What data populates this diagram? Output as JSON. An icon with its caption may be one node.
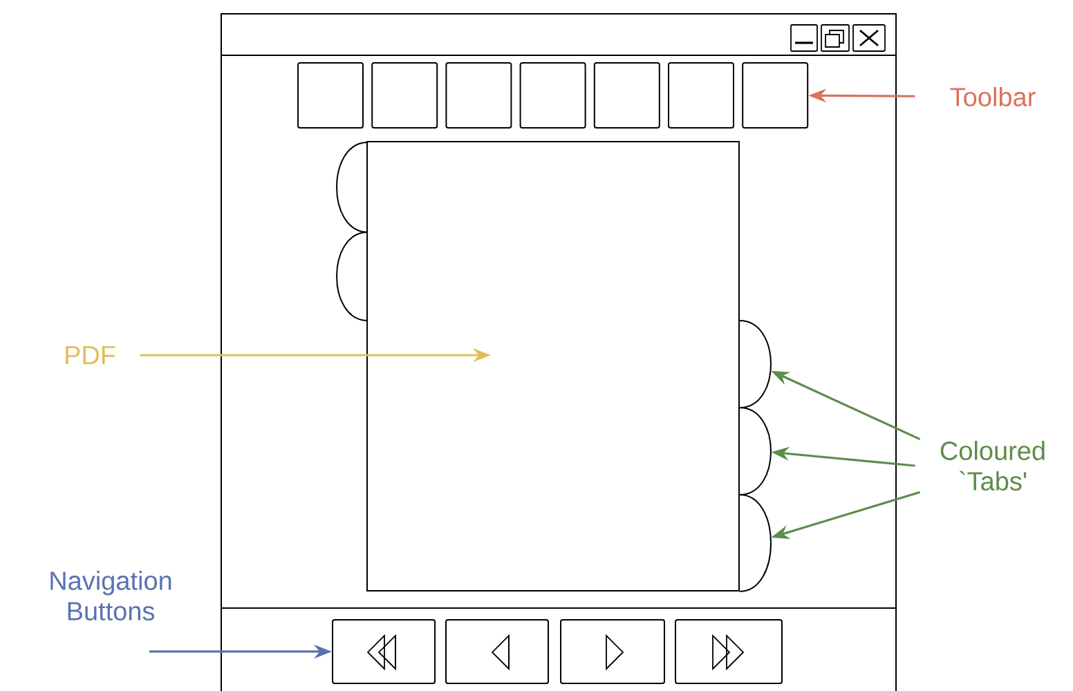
{
  "diagram": {
    "nodes": [
      {
        "text": [],
        "shape": "box"
      },
      {
        "text": [],
        "shape": "box",
        "in": 0
      },
      {
        "text": [],
        "shape": "box",
        "in": 0
      },
      {
        "text": [],
        "shape": "box",
        "in": 0
      },
      {
        "text": [],
        "shape": "box",
        "in": 0
      },
      {
        "text": [],
        "shape": "box",
        "in": 0
      },
      {
        "text": [],
        "shape": "box",
        "in": 0
      },
      {
        "text": [],
        "shape": "box",
        "in": 0
      },
      {
        "text": [],
        "shape": "box",
        "in": 0
      },
      {
        "text": [],
        "shape": "tab",
        "in": 0
      },
      {
        "text": [],
        "shape": "tab",
        "in": 0
      },
      {
        "text": [],
        "shape": "tab",
        "in": 0
      },
      {
        "text": [],
        "shape": "tab",
        "in": 0
      },
      {
        "text": [],
        "shape": "tab",
        "in": 0
      },
      {
        "text": [],
        "shape": "box",
        "in": 0
      },
      {
        "text": [],
        "shape": "box",
        "in": 0
      },
      {
        "text": [],
        "shape": "box",
        "in": 0
      },
      {
        "text": [],
        "shape": "box",
        "in": 0
      },
      {
        "text": [
          "Toolbar"
        ]
      },
      {
        "text": [
          "PDF"
        ]
      },
      {
        "text": [
          "Coloured `Tabs'"
        ]
      },
      {
        "text": [
          "Navigation Buttons"
        ]
      }
    ],
    "edges": [
      {
        "from": 18,
        "to": 7,
        "arrow": "to",
        "color": "#d9735b"
      },
      {
        "from": 19,
        "to": 8,
        "arrow": "to",
        "color": "#e3bd5c"
      },
      {
        "from": 20,
        "to": 11,
        "arrow": "to",
        "color": "#5e8c4c"
      },
      {
        "from": 20,
        "to": 12,
        "arrow": "to",
        "color": "#5e8c4c"
      },
      {
        "from": 20,
        "to": 13,
        "arrow": "to",
        "color": "#5e8c4c"
      },
      {
        "from": 21,
        "to": 14,
        "arrow": "to",
        "color": "#5a72b0"
      }
    ]
  }
}
